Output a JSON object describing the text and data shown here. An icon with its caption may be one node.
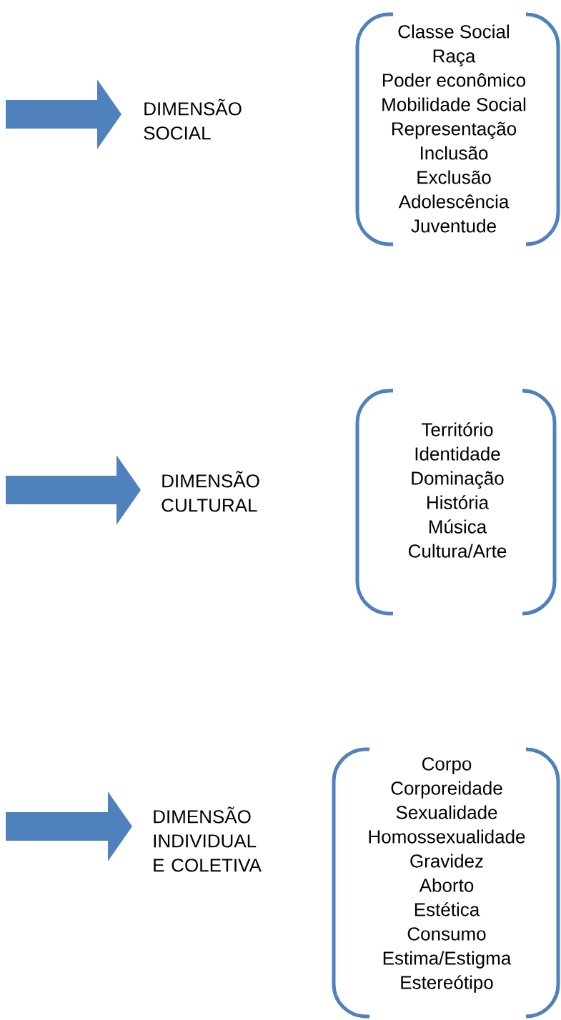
{
  "diagram": {
    "nodes": [
      {
        "text": [
          "DIMENSÃO SOCIAL"
        ]
      },
      {
        "text": [
          "Classe Social",
          "Raça",
          "Poder econômico",
          "Mobilidade Social",
          "Representação",
          "Inclusão",
          "Exclusão",
          "Adolescência",
          "Juventude"
        ]
      },
      {
        "text": [
          "DIMENSÃO CULTURAL"
        ]
      },
      {
        "text": [
          "Território",
          "Identidade",
          "Dominação",
          "História",
          "Música",
          "Cultura/Arte"
        ]
      },
      {
        "text": [
          "DIMENSÃO INDIVIDUAL E COLETIVA"
        ]
      },
      {
        "text": [
          "Corpo",
          "Corporeidade",
          "Sexualidade",
          "Homossexualidade",
          "Gravidez",
          "Aborto",
          "Estética",
          "Consumo",
          "Estima/Estigma",
          "Estereótipo"
        ]
      }
    ],
    "edges": [
      {
        "from": null,
        "to": 0,
        "arrow": "to"
      },
      {
        "from": null,
        "to": 2,
        "arrow": "to"
      },
      {
        "from": null,
        "to": 4,
        "arrow": "to"
      }
    ]
  }
}
